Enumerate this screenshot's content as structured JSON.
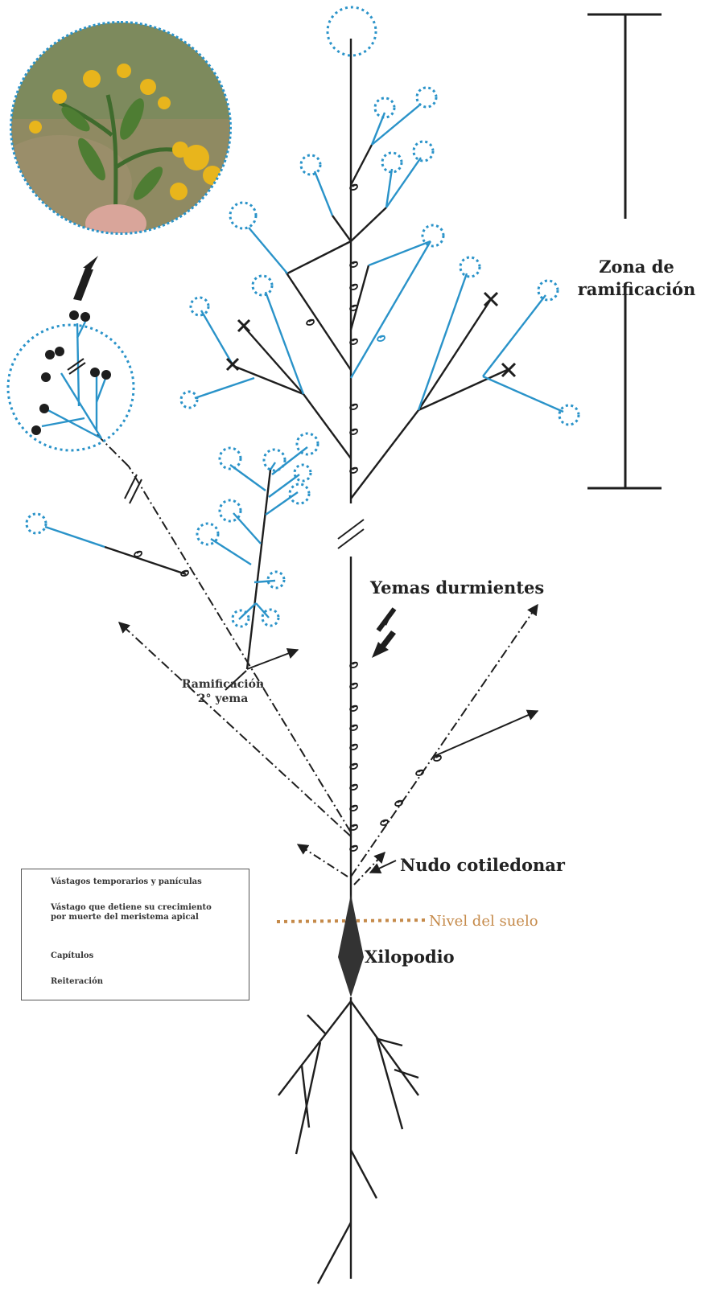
{
  "labels": {
    "zona_line1": "Zona de",
    "zona_line2": "ramificación",
    "yemas": "Yemas durmientes",
    "ramificacion_line1": "Ramificación",
    "ramificacion_line2": "2° yema",
    "nudo": "Nudo cotiledonar",
    "nivel": "Nivel del suelo",
    "xilopodio": "Xilopodio"
  },
  "legend": {
    "vastagos": "Vástagos temporarios y panículas",
    "detiene_line1": "Vástago que detiene su crecimiento",
    "detiene_line2": "por muerte del meristema apical",
    "capitulos": "Capítulos",
    "reiteracion": "Reiteración"
  },
  "colors": {
    "stem": "#1e1e1e",
    "shoot_blue": "#2a93c9",
    "soil_level": "#c58a4a",
    "xylopodium": "#333333"
  },
  "photo": {
    "subject": "photo of yellow-flowered plant with capitula (inset)"
  }
}
